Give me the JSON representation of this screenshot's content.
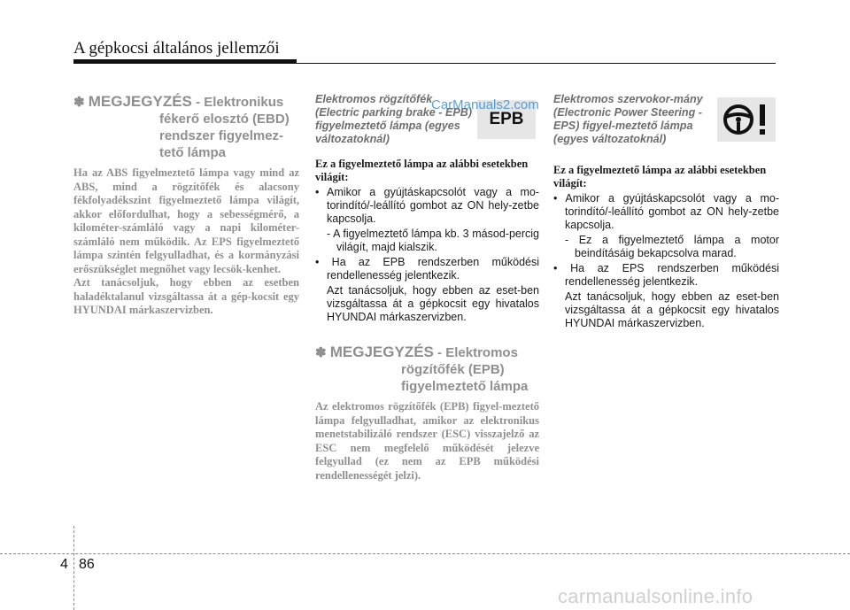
{
  "header": {
    "title": "A gépkocsi általános jellemzői"
  },
  "col1": {
    "note_star": "✽",
    "note_title": "MEGJEGYZÉS",
    "note_title_rest": " - Elektronikus",
    "note_sub_lines": [
      "fékerő elosztó (EBD)",
      "rendszer figyelmez-",
      "tető lámpa"
    ],
    "paragraphs": [
      "Ha az ABS figyelmeztető lámpa vagy mind az ABS, mind a rögzítőfék és alacsony fékfolyadékszint figyelmeztető lámpa világít, akkor előfordulhat, hogy a sebességmérő, a kilométer-számláló vagy a napi kilométer-számláló nem működik. Az EPS figyelmeztető lámpa szintén felgyulladhat, és a kormányzási erőszükséglet megnőhet vagy lecsök-kenhet.",
      "Azt tanácsoljuk, hogy ebben az esetben haladéktalanul vizsgáltassa át a gép-kocsit egy HYUNDAI márkaszervizben."
    ]
  },
  "col2": {
    "italic_head": "Elektromos rögzítőfék (Electric parking brake - EPB) figyelmeztető lámpa (egyes változatoknál)",
    "icon_label": "EPB",
    "watermark": "CarManuals2.com",
    "intro": "Ez a figyelmeztető lámpa az alábbi esetekben világít:",
    "bullet1": "• Amikor a gyújtáskapcsolót vagy a mo-torindító/-leállító gombot az ON hely-zetbe kapcsolja.",
    "sub1": "- A figyelmeztető lámpa kb. 3 másod-percig világít, majd kialszik.",
    "bullet2": "• Ha az EPB rendszerben működési rendellenesség jelentkezik.",
    "para2": "Azt tanácsoljuk, hogy ebben az eset-ben vizsgáltassa át a gépkocsit egy hivatalos HYUNDAI márkaszervizben.",
    "note_star": "✽",
    "note_title": "MEGJEGYZÉS",
    "note_title_rest": " - Elektromos",
    "note_sub_lines": [
      "rögzítőfék (EPB)",
      "figyelmeztető lámpa"
    ],
    "note_body": "Az elektromos rögzítőfék (EPB) figyel-meztető lámpa felgyulladhat, amikor az elektronikus menetstabilizáló rendszer (ESC) visszajelző az ESC nem megfelelő működését jelezve felgyullad (ez nem az EPB működési rendellenességét jelzi)."
  },
  "col3": {
    "italic_head": "Elektromos szervokor-mány (Electronic Power Steering - EPS) figyel-meztető lámpa (egyes változatoknál)",
    "intro": "Ez a figyelmeztető lámpa az alábbi esetekben világít:",
    "bullet1": "• Amikor a gyújtáskapcsolót vagy a mo-torindító/-leállító gombot az ON hely-zetbe kapcsolja.",
    "sub1": "- Ez a figyelmeztető lámpa a motor beindításáig bekapcsolva marad.",
    "bullet2": "• Ha az EPS rendszerben működési rendellenesség jelentkezik.",
    "para2": "Azt tanácsoljuk, hogy ebben az eset-ben vizsgáltassa át a gépkocsit egy hivatalos HYUNDAI márkaszervizben."
  },
  "footer": {
    "chapter": "4",
    "page": "86",
    "watermark": "carmanualsonline.info"
  }
}
